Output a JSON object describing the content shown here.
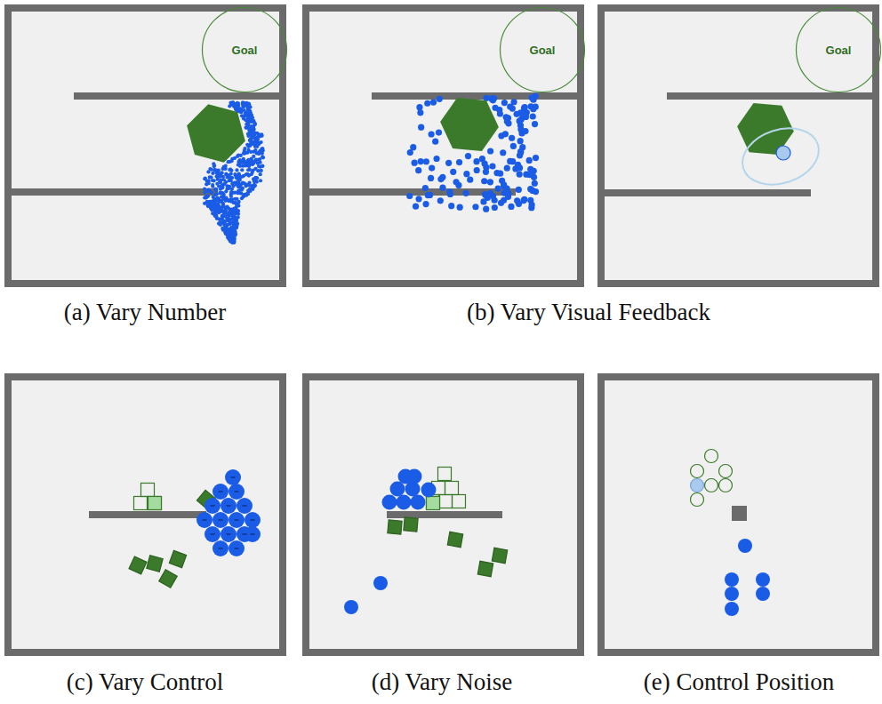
{
  "diagram": {
    "nodes": [
      {
        "text": [
          "Goal"
        ]
      },
      {
        "text": [
          "Goal"
        ]
      },
      {
        "text": [
          "Goal"
        ]
      }
    ],
    "labels": [
      "(a) Vary Number",
      "(b) Vary Visual Feedback",
      "(c) Vary Control",
      "(d) Vary Noise",
      "(e) Control Position"
    ]
  }
}
